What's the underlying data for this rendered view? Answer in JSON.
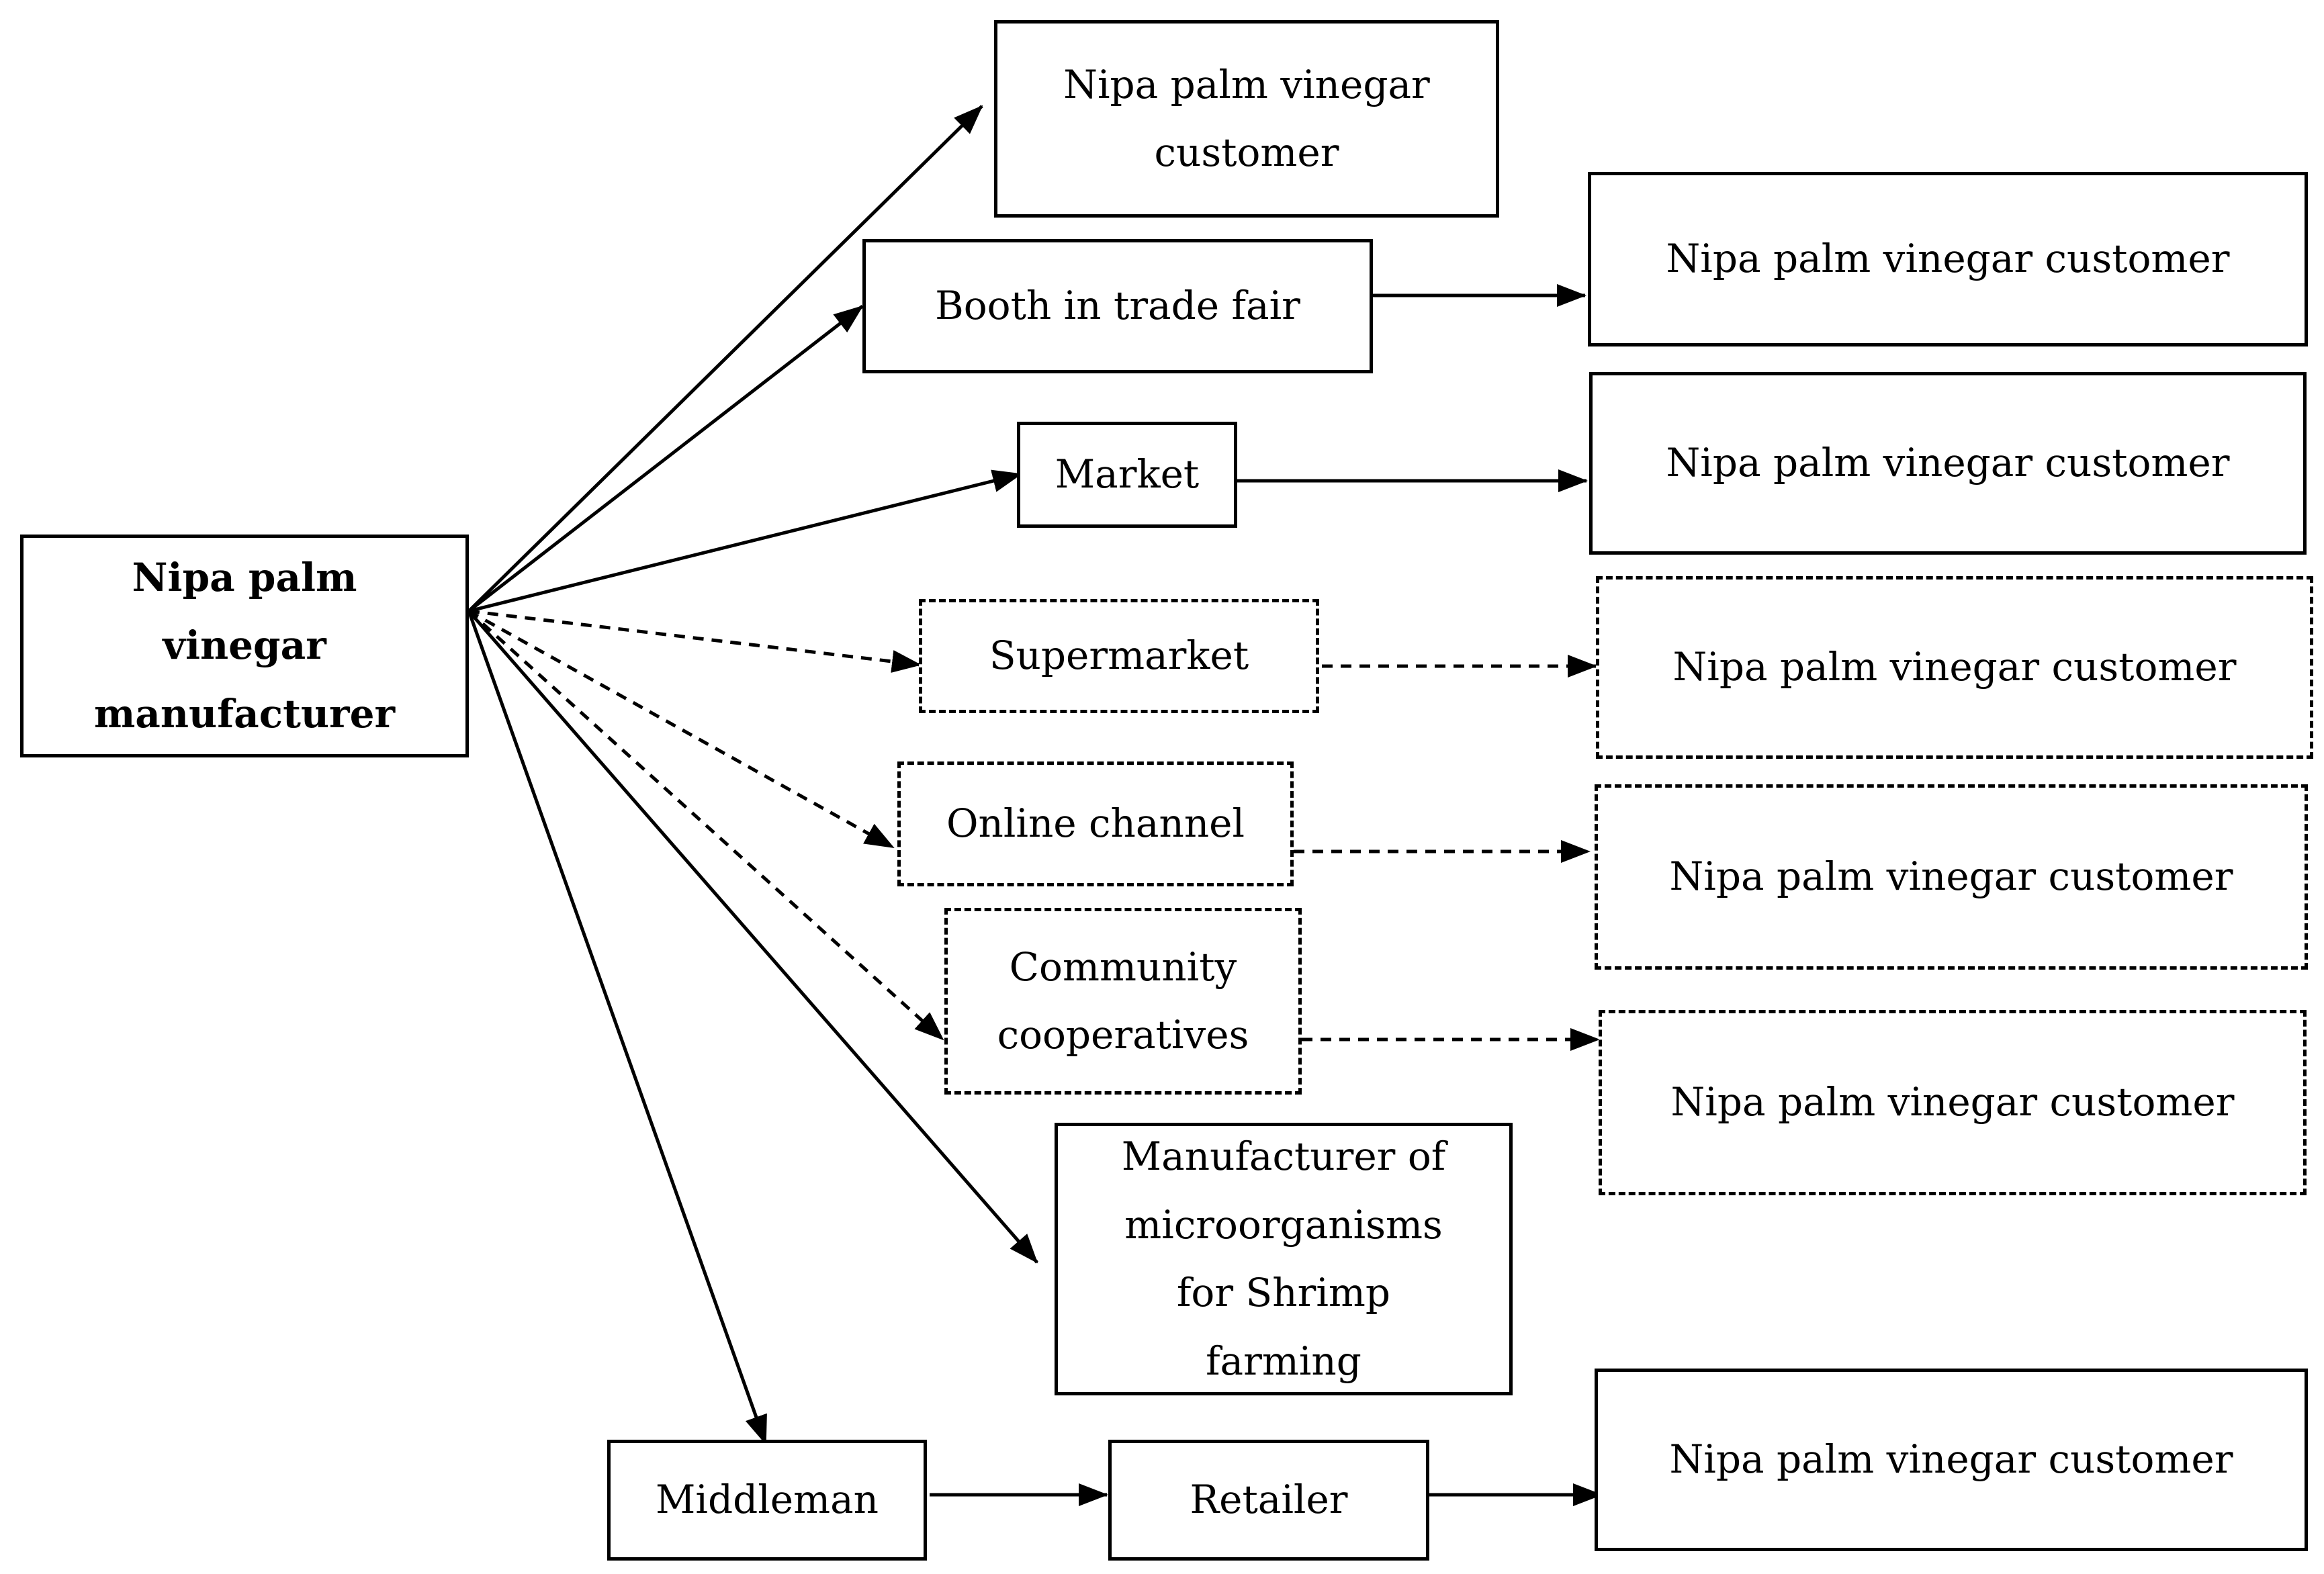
{
  "nodes": {
    "manufacturer": "Nipa palm vinegar manufacturer",
    "customer_direct": "Nipa palm vinegar customer",
    "booth": "Booth in trade fair",
    "customer_booth": "Nipa palm vinegar  customer",
    "market": "Market",
    "customer_market": "Nipa palm vinegar  customer",
    "supermarket": "Supermarket",
    "customer_supermarket": "Nipa palm vinegar  customer",
    "online": "Online  channel",
    "customer_online": "Nipa palm vinegar  customer",
    "community": "Community cooperatives",
    "customer_community": "Nipa palm vinegar  customer",
    "microorganisms": "Manufacturer of microorganisms  for Shrimp  farming",
    "middleman": "Middleman",
    "retailer": "Retailer",
    "customer_retailer": "Nipa palm vinegar  customer"
  },
  "colors": {
    "line": "#000000",
    "background": "#ffffff"
  }
}
